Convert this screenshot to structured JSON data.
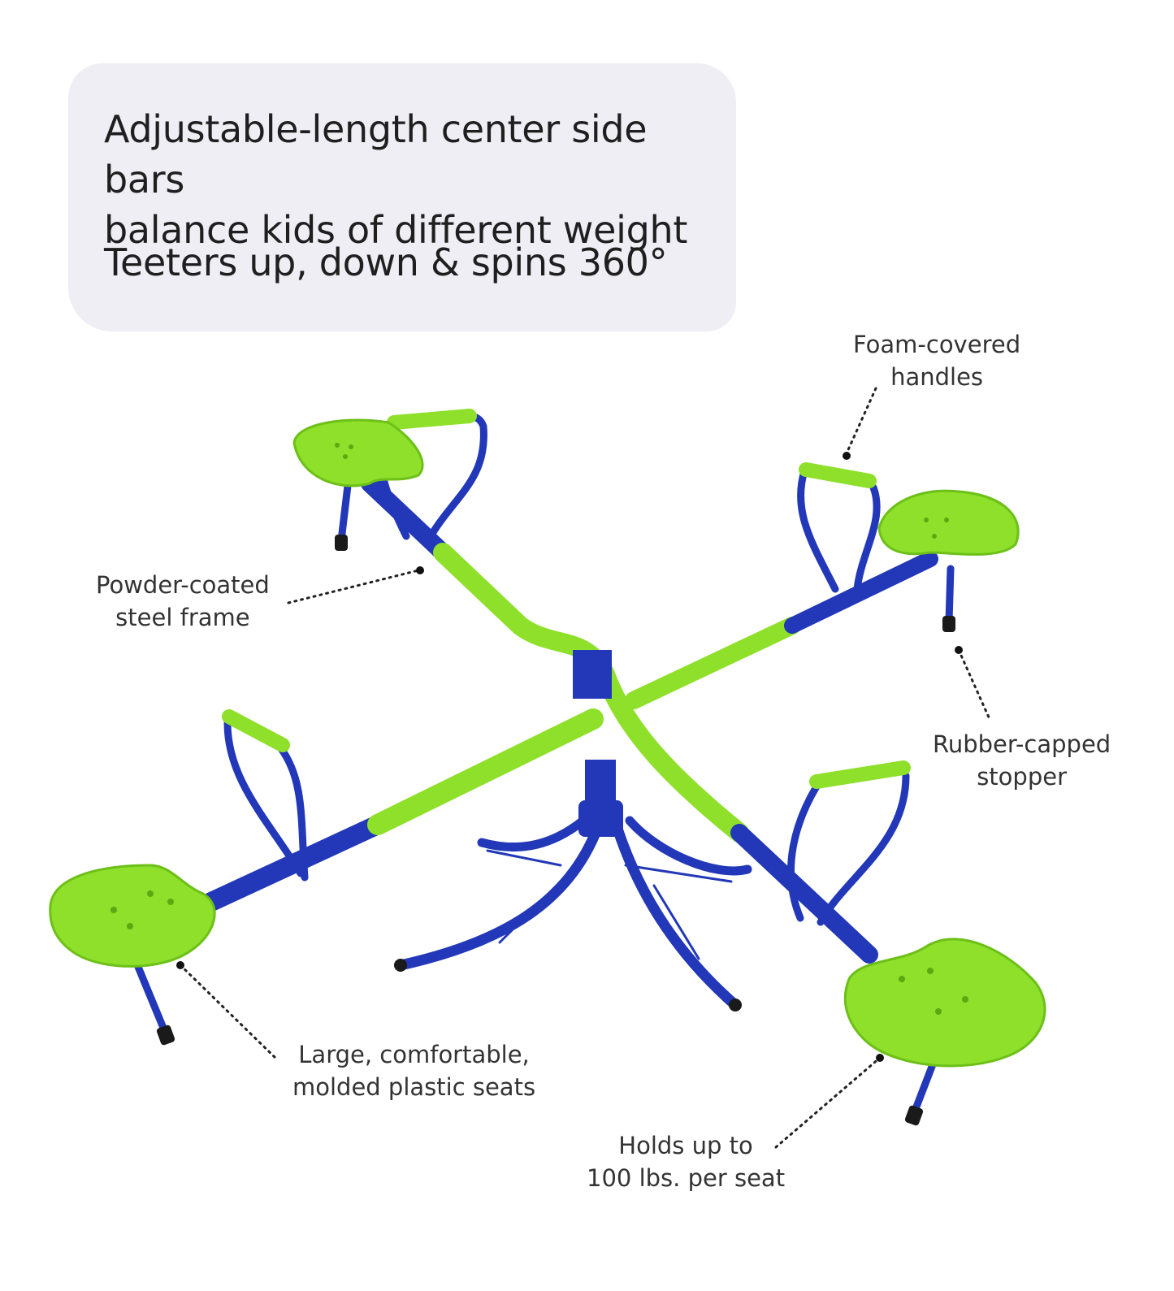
{
  "headline": {
    "line1": "Adjustable-length center side bars",
    "line2": "balance kids of different weight",
    "line3": "Teeters up, down & spins 360°"
  },
  "callouts": {
    "handles": {
      "line1": "Foam-covered",
      "line2": "handles"
    },
    "frame": {
      "line1": "Powder-coated",
      "line2": "steel frame"
    },
    "stopper": {
      "line1": "Rubber-capped",
      "line2": "stopper"
    },
    "seats": {
      "line1": "Large, comfortable,",
      "line2": "molded plastic seats"
    },
    "capacity": {
      "line1": "Holds up to",
      "line2": "100 lbs. per seat"
    }
  },
  "colors": {
    "frame_blue": "#2238b8",
    "accent_green": "#8ee02a",
    "headline_bg": "#eeeef4",
    "text": "#2a2a2a"
  }
}
